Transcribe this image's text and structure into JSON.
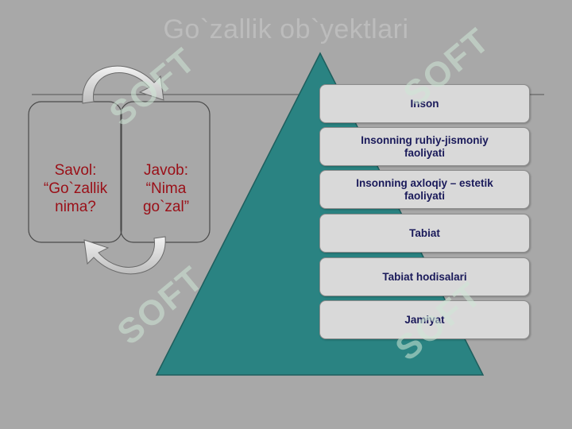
{
  "slide": {
    "title": "Go`zallik ob`yektlari",
    "question": {
      "label": "Savol:",
      "line1": "“Go`zallik",
      "line2": "nima?"
    },
    "answer": {
      "label": "Javob:",
      "line1": "“Nima",
      "line2": "go`zal”"
    },
    "levels": [
      {
        "label": "Inson"
      },
      {
        "label": "Insonning ruhiy-jismoniy faoliyati"
      },
      {
        "label": "Insonning axloqiy – estetik faoliyati"
      },
      {
        "label": "Tabiat"
      },
      {
        "label": "Tabiat hodisalari"
      },
      {
        "label": "Jamiyat"
      }
    ]
  },
  "colors": {
    "background": "#a8a8a8",
    "pyramid": "#2a8382",
    "question_text": "#9a0f17",
    "level_box": "#d9d9d9",
    "level_text": "#1a1a5a"
  },
  "watermark": "SOFT"
}
